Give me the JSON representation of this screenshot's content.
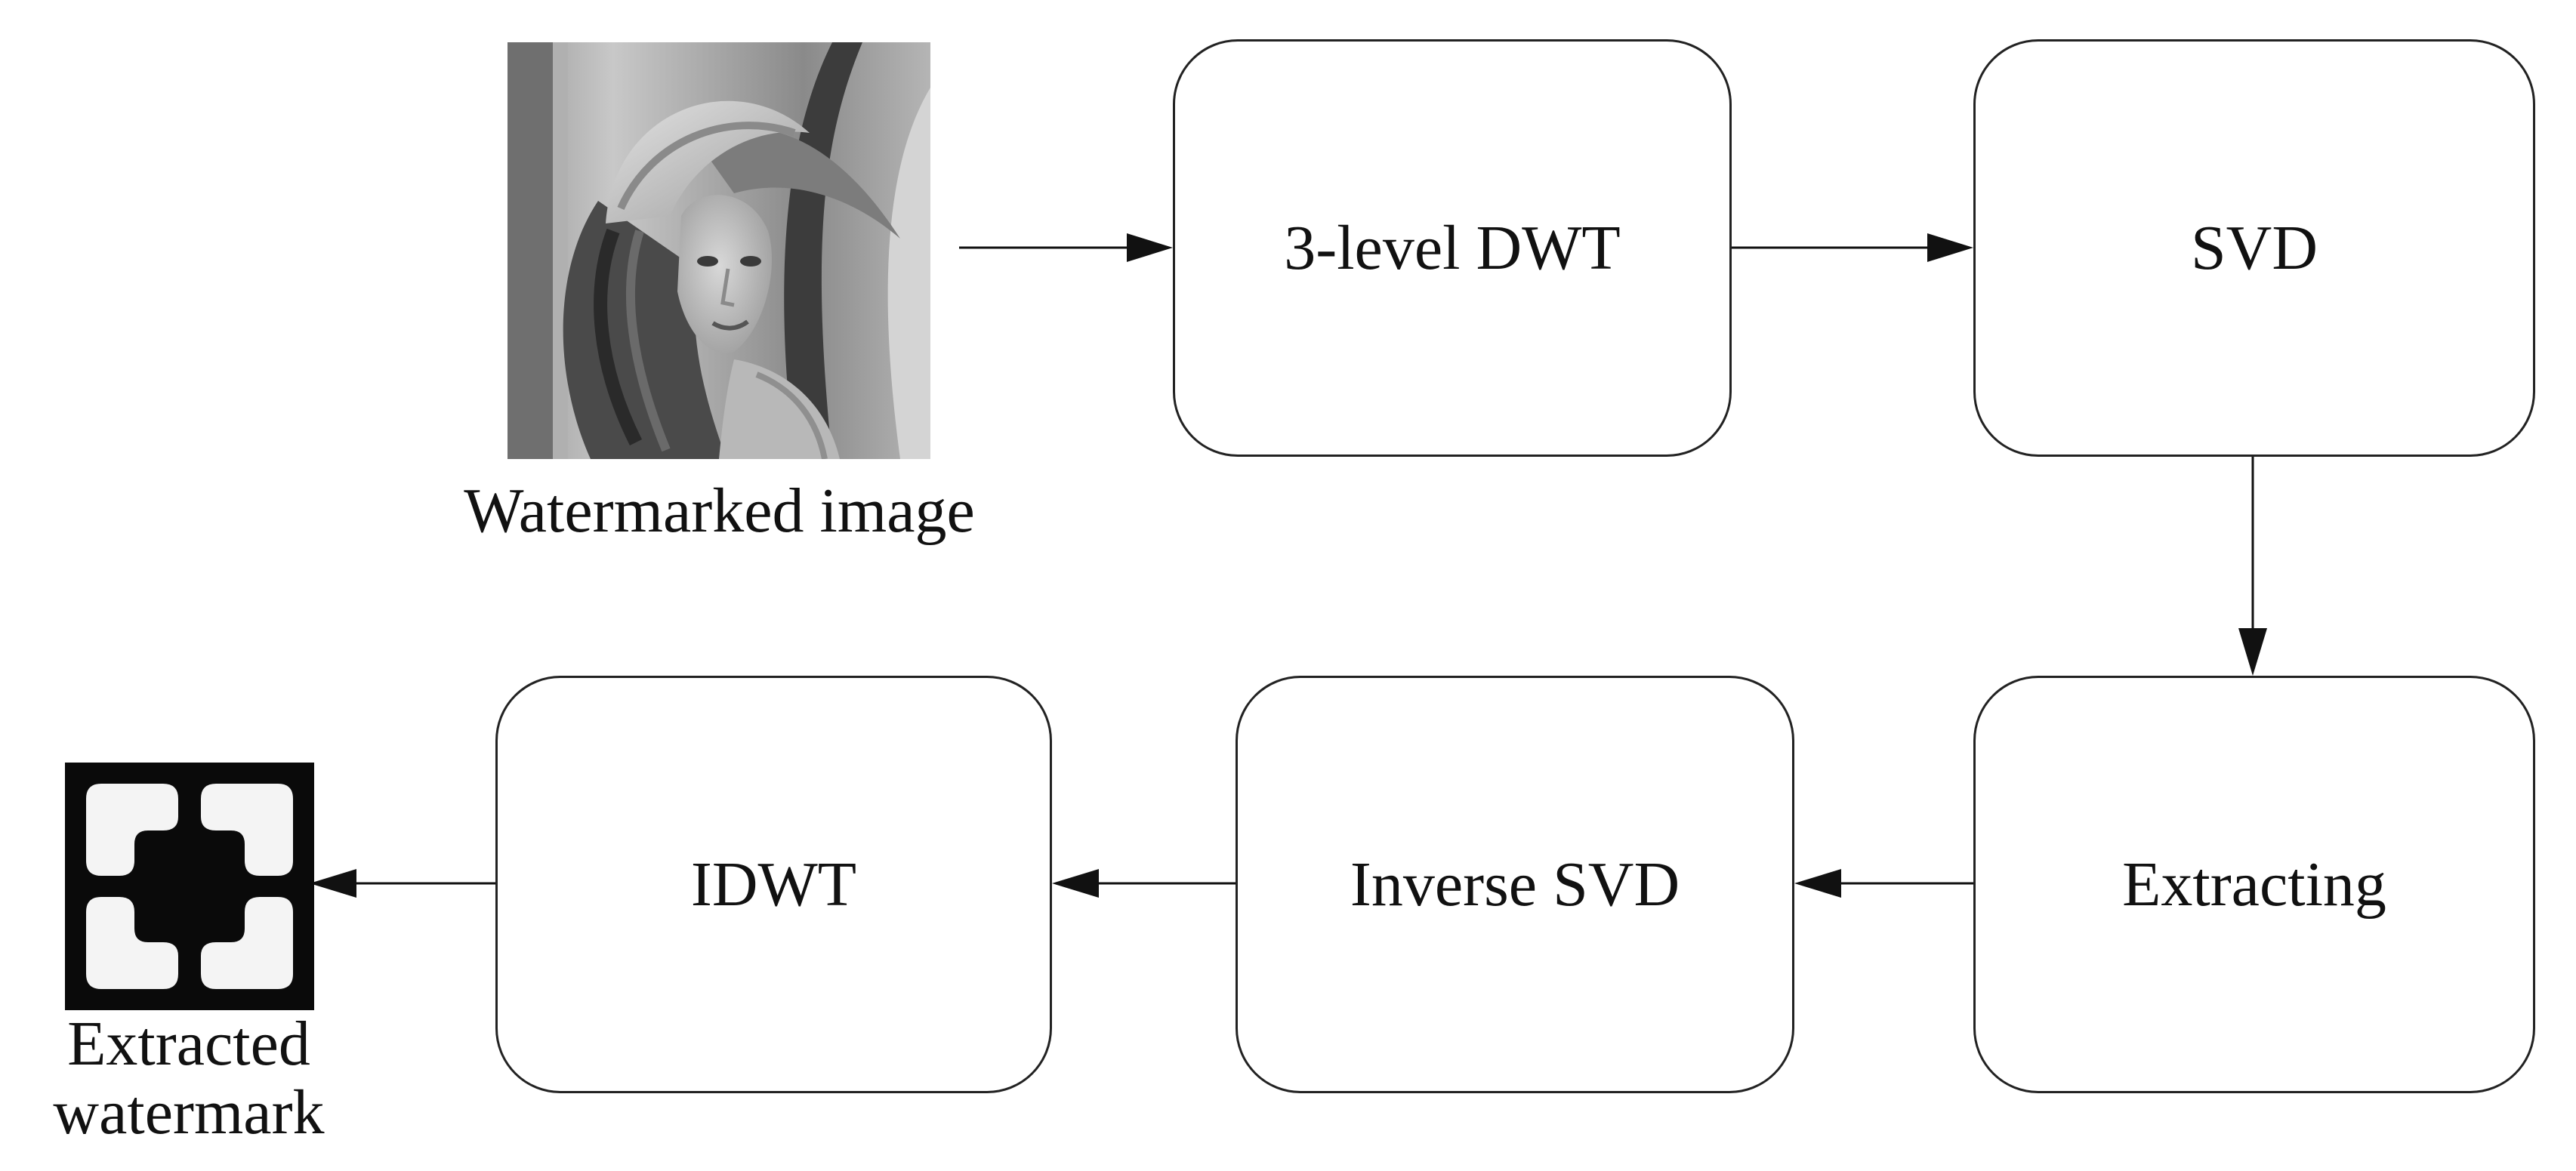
{
  "input": {
    "image_caption": "Watermarked image"
  },
  "steps": {
    "dwt": "3-level DWT",
    "svd": "SVD",
    "extracting": "Extracting",
    "inverse_svd": "Inverse SVD",
    "idwt": "IDWT"
  },
  "output": {
    "caption_line1": "Extracted",
    "caption_line2": "watermark"
  },
  "colors": {
    "line": "#111111",
    "box_border": "#222222",
    "watermark_bg": "#0a0a0a",
    "watermark_fg": "#f4f4f4"
  }
}
